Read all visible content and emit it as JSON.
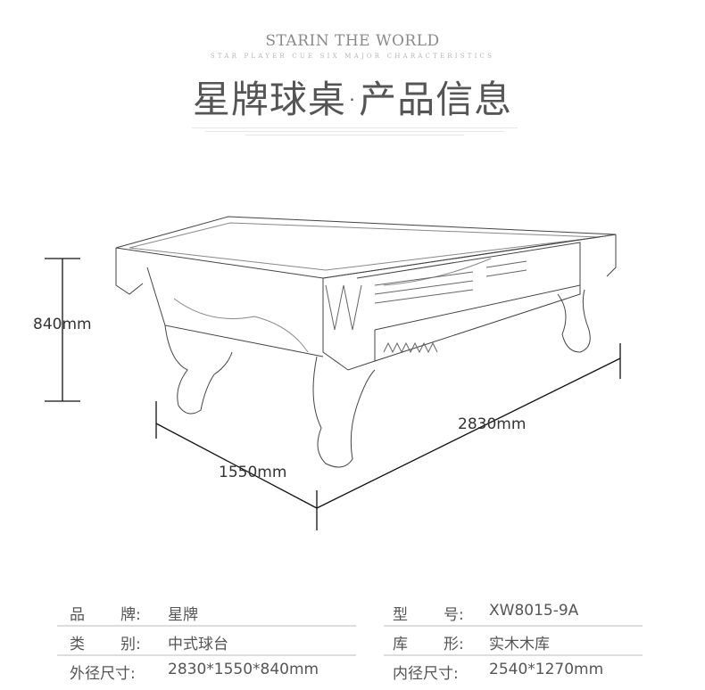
{
  "header": {
    "en_title": "STARIN THE WORLD",
    "en_subtitle": "STAR PLAYER CUE SIX MAJOR CHARACTERISTICS",
    "cn_title": "星牌球桌·产品信息"
  },
  "dimensions": {
    "height": "840mm",
    "width": "1550mm",
    "length": "2830mm"
  },
  "specs": {
    "left": [
      {
        "label_a": "品",
        "label_b": "牌:",
        "value": "星牌"
      },
      {
        "label_a": "类",
        "label_b": "别:",
        "value": "中式球台"
      },
      {
        "label_a": "外径尺寸:",
        "label_b": "",
        "value": "2830*1550*840mm"
      }
    ],
    "right": [
      {
        "label_a": "型",
        "label_b": "号:",
        "value": "XW8015-9A"
      },
      {
        "label_a": "库",
        "label_b": "形:",
        "value": "实木木库"
      },
      {
        "label_a": "内径尺寸:",
        "label_b": "",
        "value": "2540*1270mm"
      }
    ]
  }
}
